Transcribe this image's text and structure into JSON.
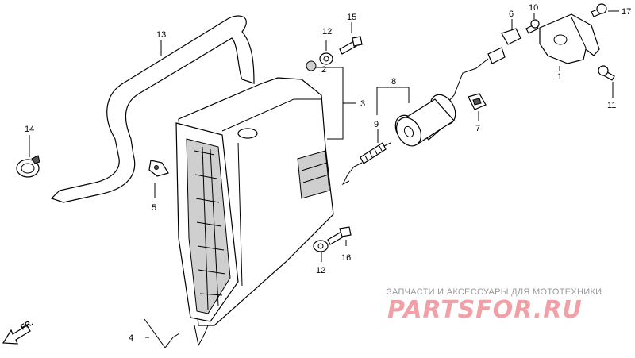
{
  "callouts": {
    "p1": "1",
    "p2": "2",
    "p3": "3",
    "p4": "4",
    "p5": "5",
    "p6": "6",
    "p7": "7",
    "p8": "8",
    "p9": "9",
    "p10": "10",
    "p11": "11",
    "p12a": "12",
    "p12b": "12",
    "p13": "13",
    "p14": "14",
    "p15": "15",
    "p16": "16",
    "p17": "17"
  },
  "direction_label": "FR.",
  "watermark": {
    "subtitle": "ЗАПЧАСТИ И АКСЕССУАРЫ ДЛЯ МОТОТЕХНИКИ",
    "brand": "PARTSFOR.RU",
    "color_main": "#f0a0a6",
    "color_sub": "#9a9a9a"
  }
}
